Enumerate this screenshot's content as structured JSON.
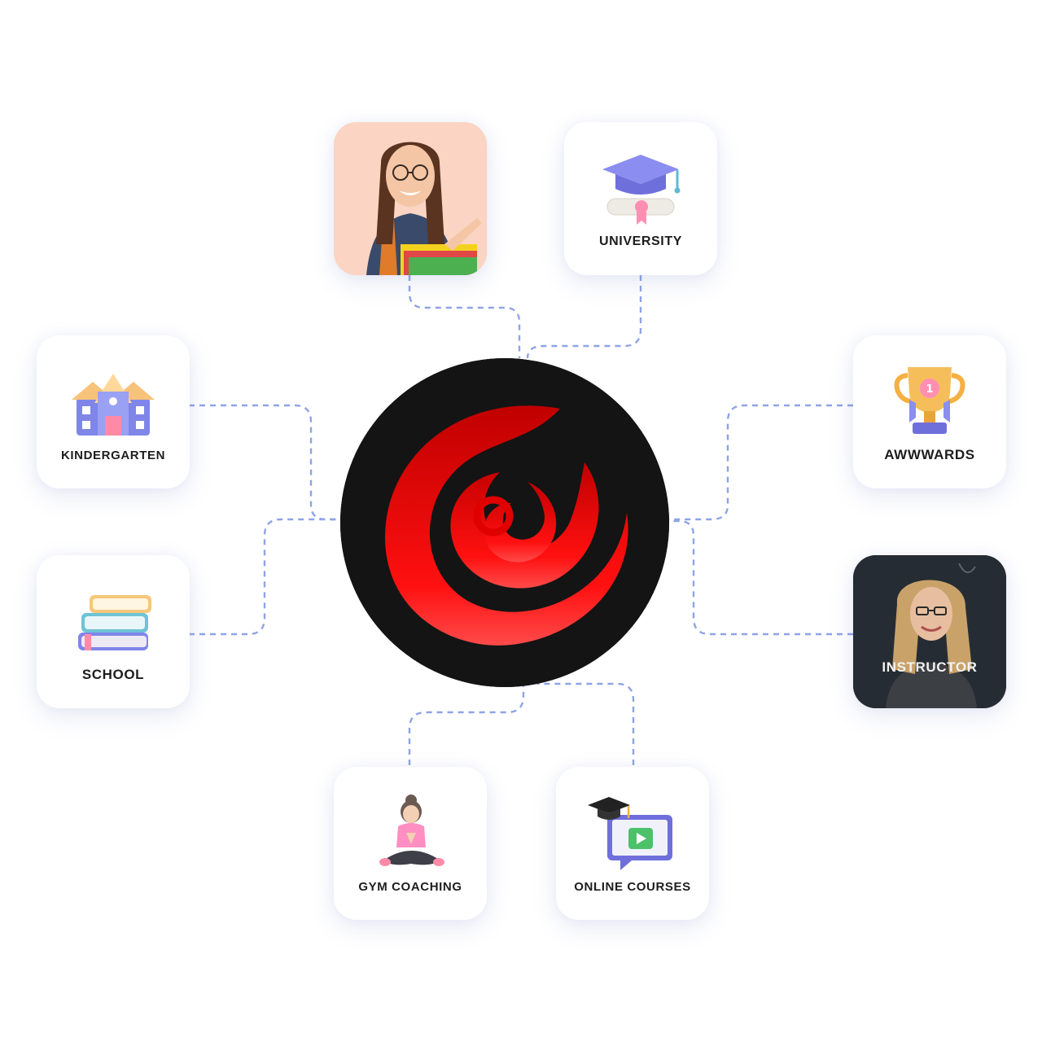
{
  "hub": {
    "logo": "red-spiral-logo",
    "background": "#141414",
    "accent": "#ff1a1a"
  },
  "connector_color": "#8fa3e6",
  "nodes": {
    "student_photo": {
      "image": "smiling-student-photo",
      "label": ""
    },
    "university": {
      "icon": "graduation-cap-diploma-icon",
      "label": "UNIVERSITY"
    },
    "kindergarten": {
      "icon": "school-building-icon",
      "label": "KINDERGARTEN"
    },
    "awwwards": {
      "icon": "trophy-icon",
      "label": "AWWWARDS"
    },
    "school": {
      "icon": "stack-of-books-icon",
      "label": "SCHOOL"
    },
    "instructor": {
      "image": "instructor-photo",
      "label": "INSTRUCTOR"
    },
    "gym_coaching": {
      "icon": "meditating-girl-icon",
      "label": "GYM COACHING"
    },
    "online_courses": {
      "icon": "video-course-icon",
      "label": "ONLINE COURSES"
    }
  }
}
